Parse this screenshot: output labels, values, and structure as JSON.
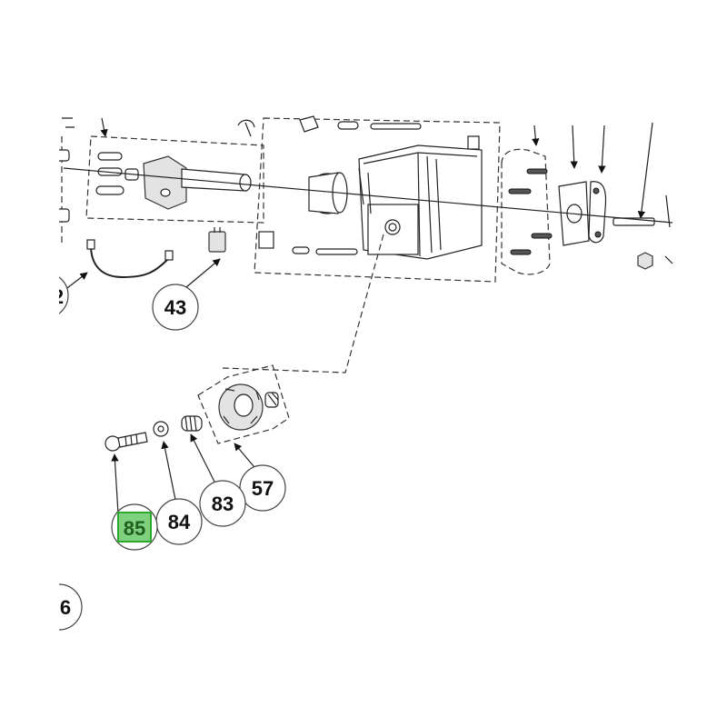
{
  "callouts": [
    {
      "id": "partial-left",
      "label": "2"
    },
    {
      "id": "43",
      "label": "43"
    },
    {
      "id": "57",
      "label": "57"
    },
    {
      "id": "83",
      "label": "83"
    },
    {
      "id": "84",
      "label": "84"
    },
    {
      "id": "85",
      "label": "85",
      "highlighted": true
    },
    {
      "id": "partial-bottom",
      "label": "6"
    }
  ],
  "colors": {
    "highlight_fill": "#7fd17f",
    "highlight_border": "#2faa2f",
    "line": "#222222"
  }
}
